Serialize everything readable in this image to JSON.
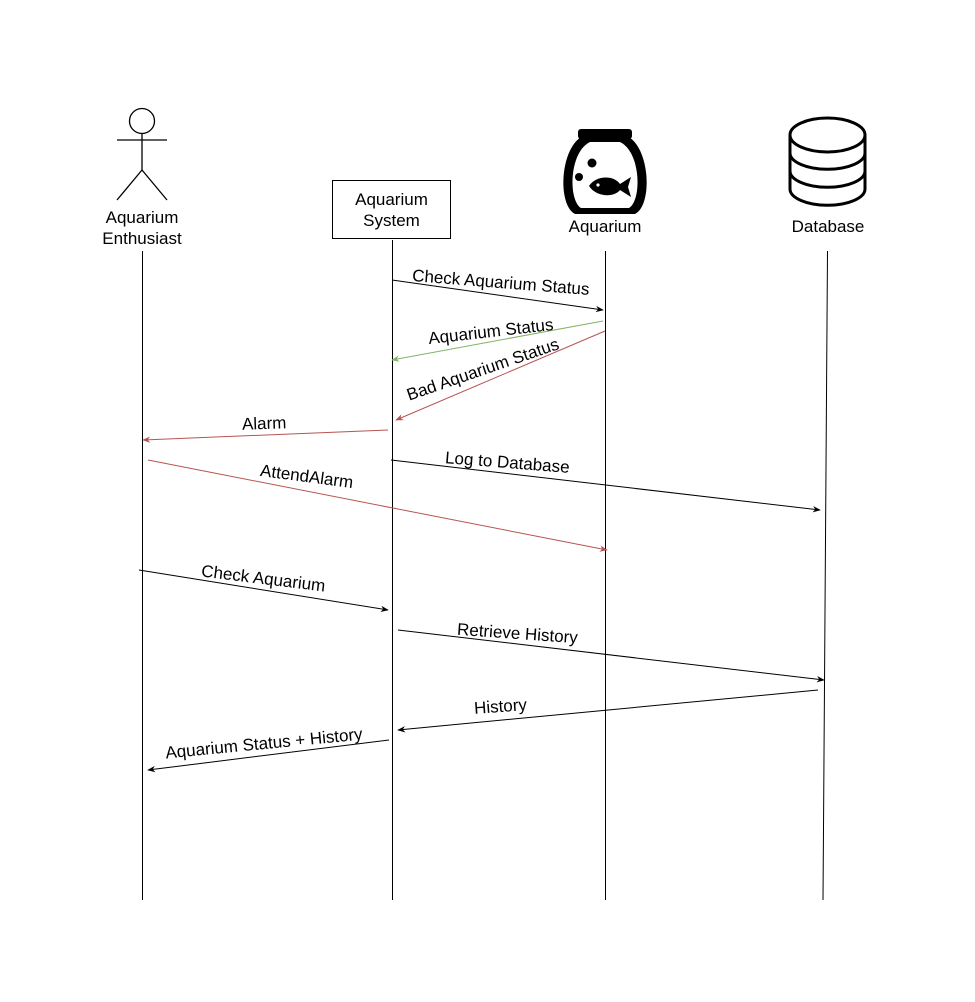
{
  "participants": {
    "enthusiast": {
      "label_line1": "Aquarium",
      "label_line2": "Enthusiast",
      "icon": "stick-figure-actor-icon"
    },
    "system": {
      "label_line1": "Aquarium",
      "label_line2": "System"
    },
    "aquarium": {
      "label": "Aquarium",
      "icon": "fishbowl-icon"
    },
    "database": {
      "label": "Database",
      "icon": "database-cylinder-icon"
    }
  },
  "messages": [
    {
      "label": "Check Aquarium Status",
      "from": "Aquarium System",
      "to": "Aquarium",
      "color": "#000000"
    },
    {
      "label": "Aquarium Status",
      "from": "Aquarium",
      "to": "Aquarium System",
      "color": "#82b366"
    },
    {
      "label": "Bad Aquarium Status",
      "from": "Aquarium",
      "to": "Aquarium System",
      "color": "#b85450"
    },
    {
      "label": "Alarm",
      "from": "Aquarium System",
      "to": "Aquarium Enthusiast",
      "color": "#b85450"
    },
    {
      "label": "Log to Database",
      "from": "Aquarium System",
      "to": "Database",
      "color": "#000000"
    },
    {
      "label": "AttendAlarm",
      "from": "Aquarium Enthusiast",
      "to": "Aquarium",
      "color": "#b85450"
    },
    {
      "label": "Check Aquarium",
      "from": "Aquarium Enthusiast",
      "to": "Aquarium System",
      "color": "#000000"
    },
    {
      "label": "Retrieve History",
      "from": "Aquarium System",
      "to": "Database",
      "color": "#000000"
    },
    {
      "label": "History",
      "from": "Database",
      "to": "Aquarium System",
      "color": "#000000"
    },
    {
      "label": "Aquarium Status + History",
      "from": "Aquarium System",
      "to": "Aquarium Enthusiast",
      "color": "#000000"
    }
  ]
}
